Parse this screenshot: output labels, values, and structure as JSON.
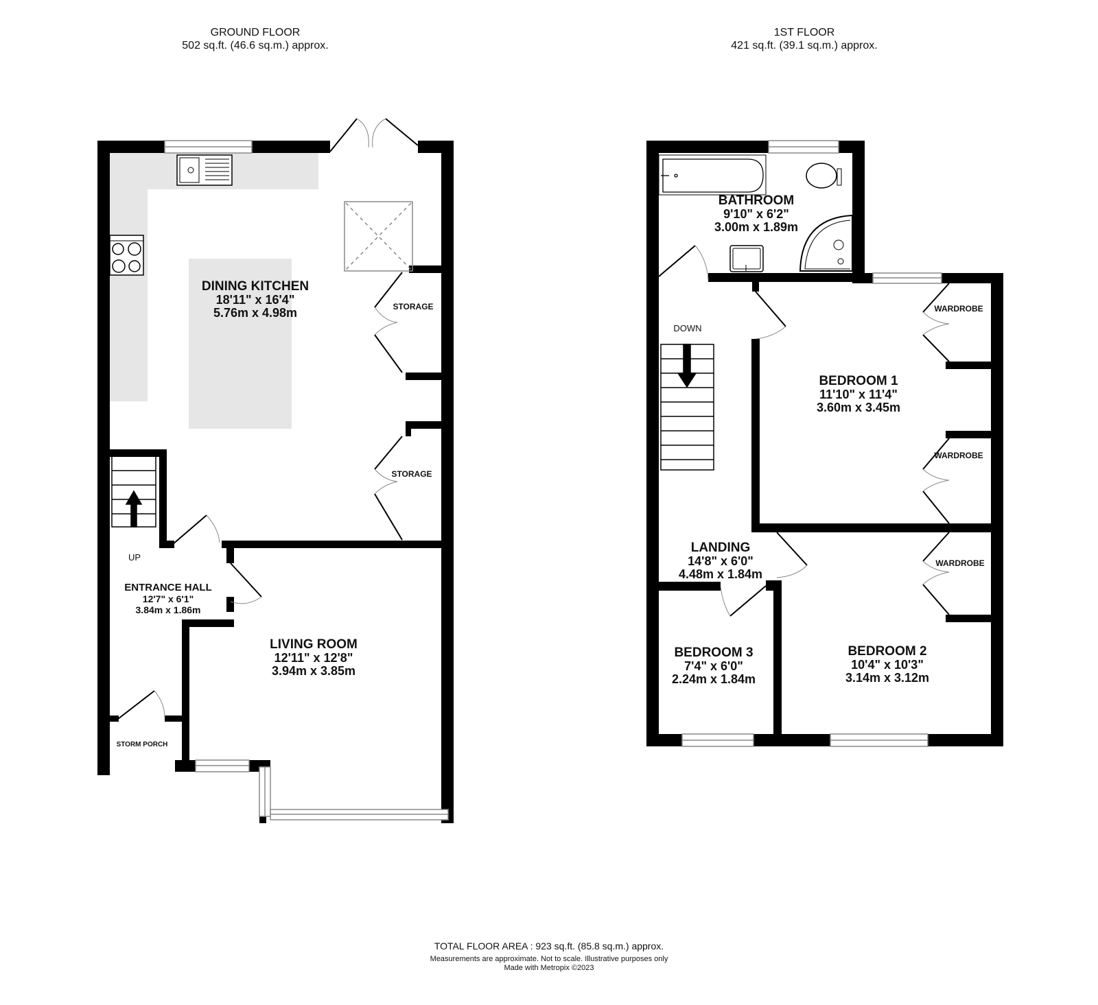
{
  "ground_floor": {
    "title": "GROUND FLOOR",
    "area": "502 sq.ft. (46.6 sq.m.) approx.",
    "rooms": [
      {
        "name": "DINING KITCHEN",
        "imperial": "18'11\"  x 16'4\"",
        "metric": "5.76m  x 4.98m"
      },
      {
        "name": "ENTRANCE HALL",
        "imperial": "12'7\"  x 6'1\"",
        "metric": "3.84m  x 1.86m"
      },
      {
        "name": "LIVING ROOM",
        "imperial": "12'11\"  x 12'8\"",
        "metric": "3.94m  x 3.85m"
      }
    ],
    "tags": [
      "STORAGE",
      "STORAGE",
      "UP",
      "STORM PORCH"
    ]
  },
  "first_floor": {
    "title": "1ST FLOOR",
    "area": "421 sq.ft. (39.1 sq.m.) approx.",
    "rooms": [
      {
        "name": "BATHROOM",
        "imperial": "9'10\"  x 6'2\"",
        "metric": "3.00m  x 1.89m"
      },
      {
        "name": "BEDROOM 1",
        "imperial": "11'10\"  x 11'4\"",
        "metric": "3.60m  x 3.45m"
      },
      {
        "name": "LANDING",
        "imperial": "14'8\"  x 6'0\"",
        "metric": "4.48m  x 1.84m"
      },
      {
        "name": "BEDROOM 3",
        "imperial": "7'4\"  x 6'0\"",
        "metric": "2.24m  x 1.84m"
      },
      {
        "name": "BEDROOM 2",
        "imperial": "10'4\"  x 10'3\"",
        "metric": "3.14m  x 3.12m"
      }
    ],
    "tags": [
      "DOWN",
      "WARDROBE",
      "WARDROBE",
      "WARDROBE"
    ]
  },
  "footer": {
    "total": "TOTAL FLOOR AREA : 923 sq.ft. (85.8 sq.m.) approx.",
    "disclaimer": "Measurements are approximate.  Not to scale.  Illustrative purposes only",
    "credit": "Made with Metropix ©2023"
  },
  "colors": {
    "wall": "#000000",
    "counter": "#e6e6e6",
    "window": "#888888",
    "background": "#ffffff"
  }
}
